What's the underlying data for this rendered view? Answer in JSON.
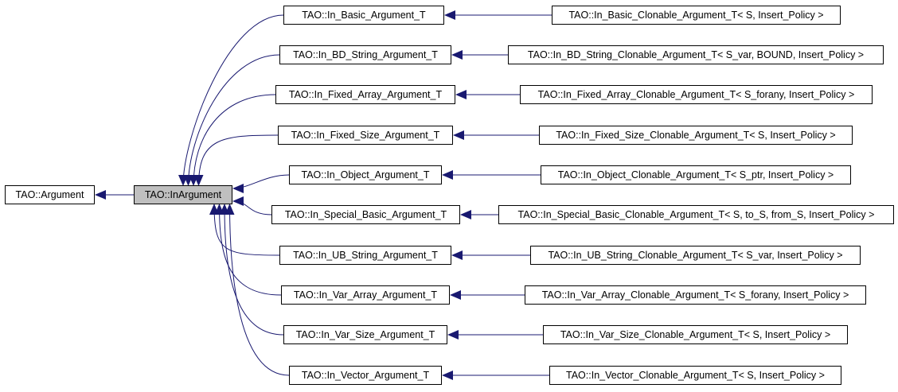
{
  "diagram": {
    "edge_color": "#191970",
    "current_fill": "#bfbfbf",
    "root": "TAO::Argument",
    "current": "TAO::InArgument",
    "middle": [
      "TAO::In_Basic_Argument_T",
      "TAO::In_BD_String_Argument_T",
      "TAO::In_Fixed_Array_Argument_T",
      "TAO::In_Fixed_Size_Argument_T",
      "TAO::In_Object_Argument_T",
      "TAO::In_Special_Basic_Argument_T",
      "TAO::In_UB_String_Argument_T",
      "TAO::In_Var_Array_Argument_T",
      "TAO::In_Var_Size_Argument_T",
      "TAO::In_Vector_Argument_T"
    ],
    "right": [
      "TAO::In_Basic_Clonable_Argument_T< S, Insert_Policy >",
      "TAO::In_BD_String_Clonable_Argument_T< S_var, BOUND, Insert_Policy >",
      "TAO::In_Fixed_Array_Clonable_Argument_T< S_forany, Insert_Policy >",
      "TAO::In_Fixed_Size_Clonable_Argument_T< S, Insert_Policy >",
      "TAO::In_Object_Clonable_Argument_T< S_ptr, Insert_Policy >",
      "TAO::In_Special_Basic_Clonable_Argument_T< S, to_S, from_S, Insert_Policy >",
      "TAO::In_UB_String_Clonable_Argument_T< S_var, Insert_Policy >",
      "TAO::In_Var_Array_Clonable_Argument_T< S_forany, Insert_Policy >",
      "TAO::In_Var_Size_Clonable_Argument_T< S, Insert_Policy >",
      "TAO::In_Vector_Clonable_Argument_T< S, Insert_Policy >"
    ]
  }
}
